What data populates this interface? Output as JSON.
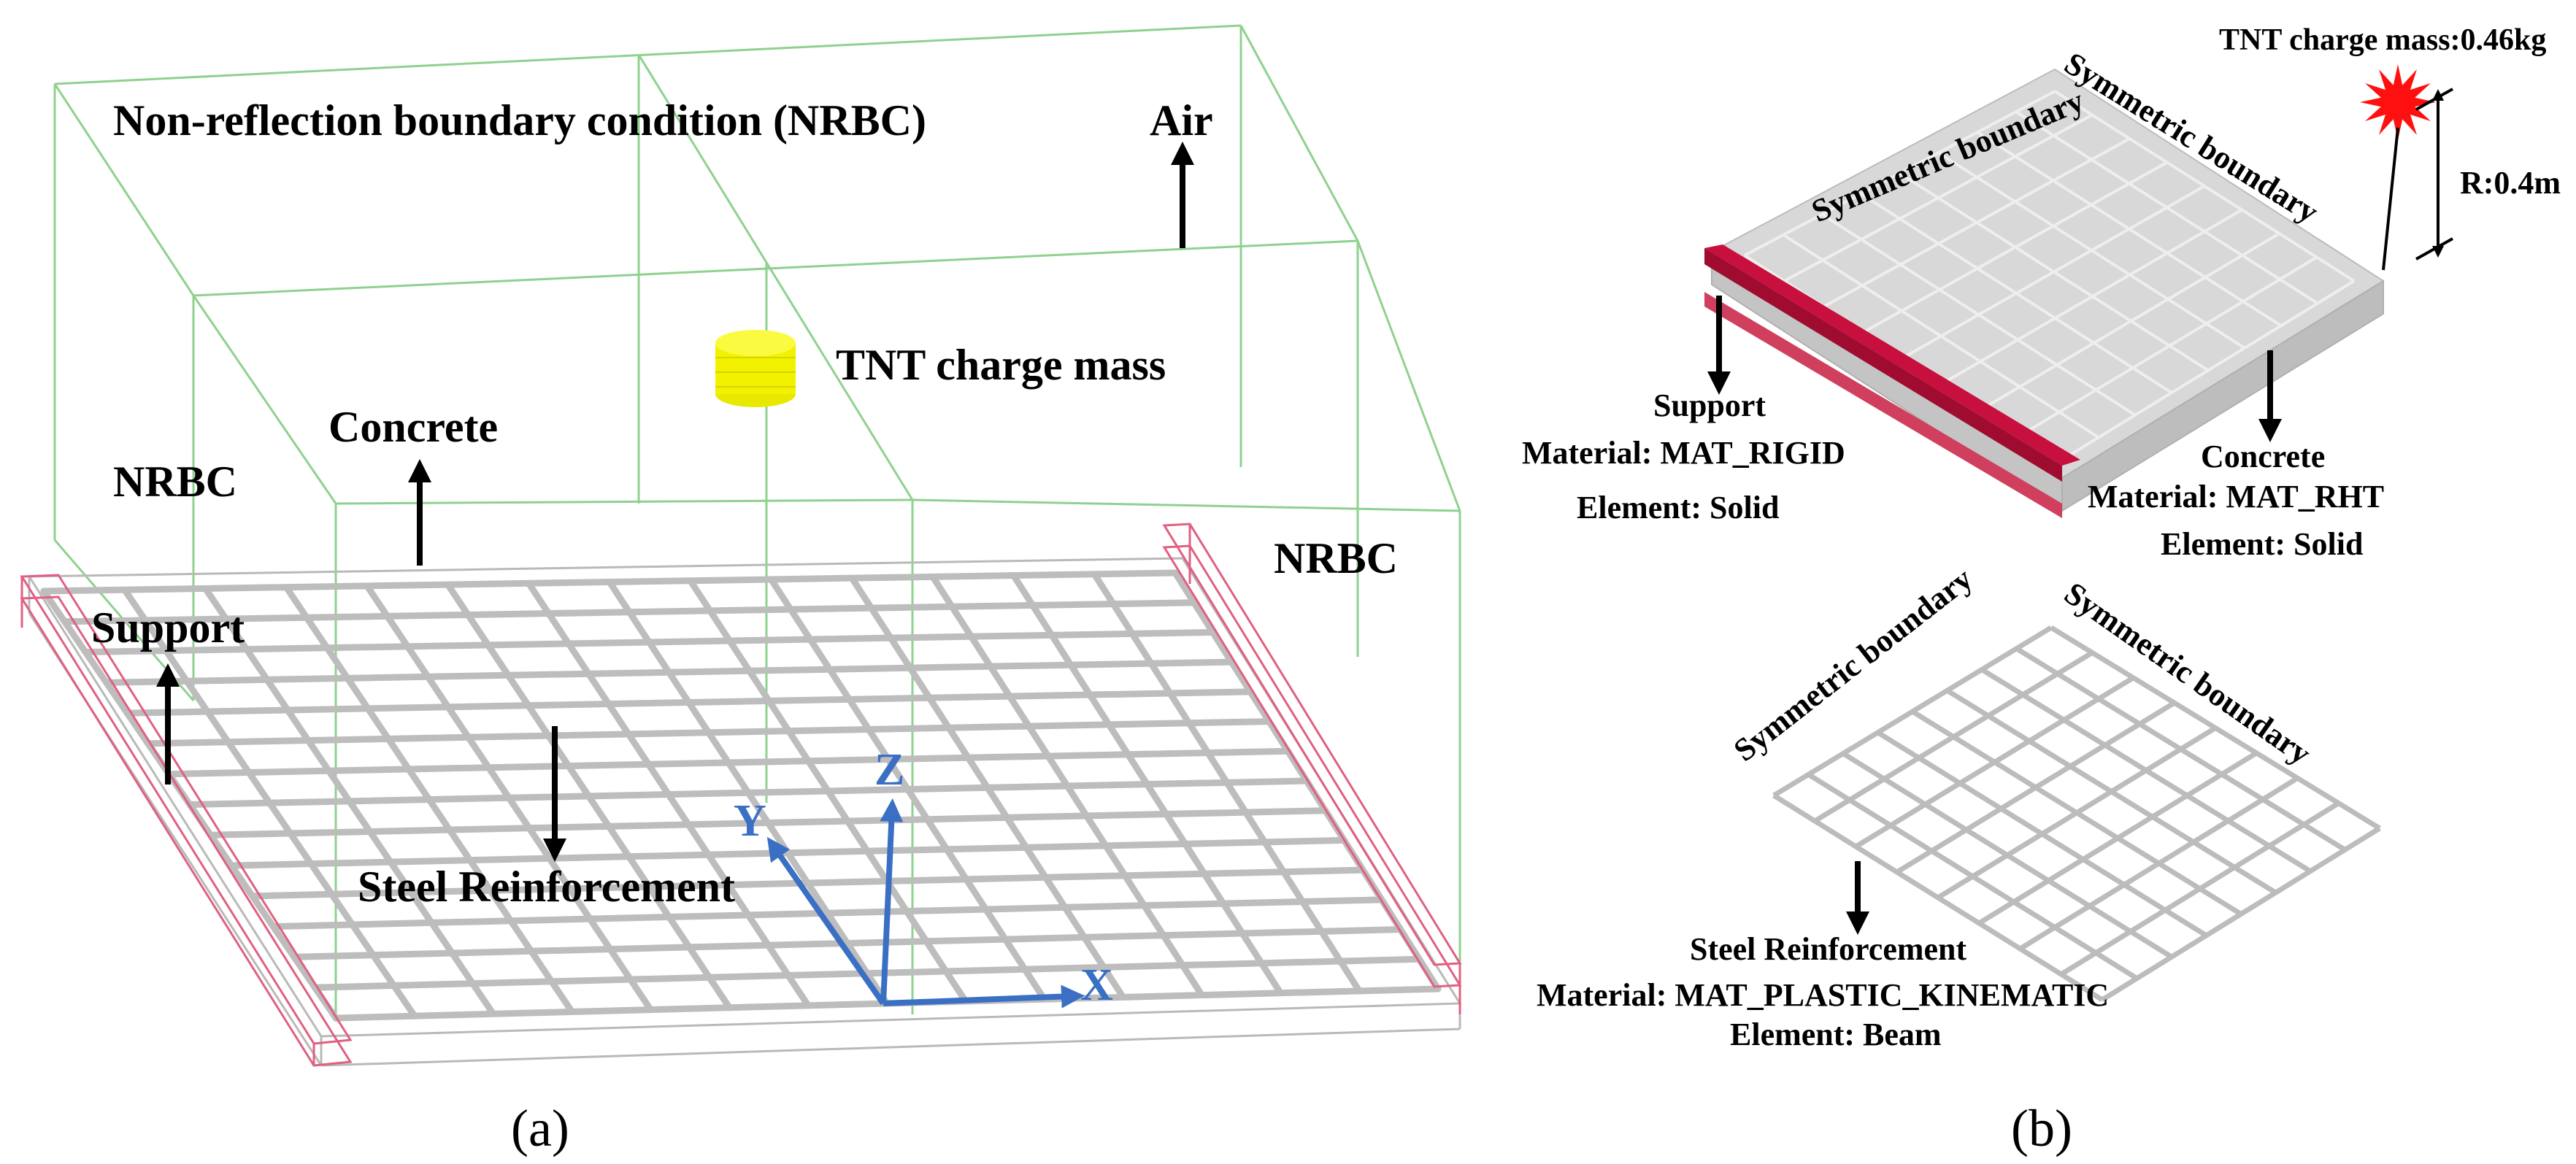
{
  "panel_a": {
    "panel_label": "(a)",
    "nrbc_title": "Non-reflection boundary condition (NRBC)",
    "air": "Air",
    "tnt": "TNT charge mass",
    "concrete": "Concrete",
    "nrbc_left": "NRBC",
    "nrbc_right": "NRBC",
    "support": "Support",
    "steel": "Steel Reinforcement",
    "axis_x": "X",
    "axis_y": "Y",
    "axis_z": "Z"
  },
  "panel_b": {
    "panel_label": "(b)",
    "tnt_mass": "TNT charge mass:0.46kg",
    "radius": "R:0.4m",
    "sym_1": "Symmetric boundary",
    "sym_2": "Symmetric boundary",
    "sym_3": "Symmetric boundary",
    "sym_4": "Symmetric boundary",
    "support": "Support",
    "support_material": "Material: MAT_RIGID",
    "support_element": "Element: Solid",
    "concrete": "Concrete",
    "concrete_material": "Material: MAT_RHT",
    "concrete_element": "Element: Solid",
    "steel": "Steel Reinforcement",
    "steel_material": "Material: MAT_PLASTIC_KINEMATIC",
    "steel_element": "Element: Beam"
  },
  "colors": {
    "air_wireframe": "#8fd18f",
    "support": "#c8103e",
    "support_outline": "#e06080",
    "rebar": "#bdbdbd",
    "tnt": "#f2f200",
    "axis": "#3a6fc4",
    "explosion": "#ff1010",
    "concrete_top": "#d8d8d8",
    "concrete_side": "#c4c4c4"
  }
}
